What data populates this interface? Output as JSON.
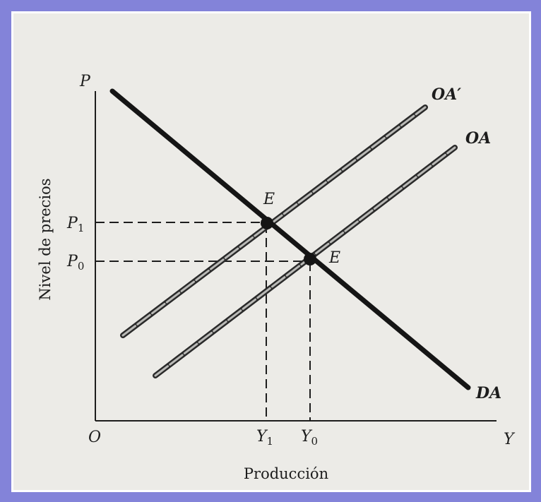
{
  "diagram": {
    "y_axis_label": "Nivel de precios",
    "x_axis_label": "Producción",
    "axis_symbols": {
      "y": "P",
      "x": "Y",
      "origin": "O"
    },
    "curves": {
      "demand": "DA",
      "supply_original": "OA",
      "supply_shifted": "OA′"
    },
    "equilibria": [
      {
        "label": "E",
        "price_label": "P",
        "price_subscript": "1",
        "output_label": "Y",
        "output_subscript": "1"
      },
      {
        "label": "E",
        "price_label": "P",
        "price_subscript": "0",
        "output_label": "Y",
        "output_subscript": "0"
      }
    ]
  }
}
